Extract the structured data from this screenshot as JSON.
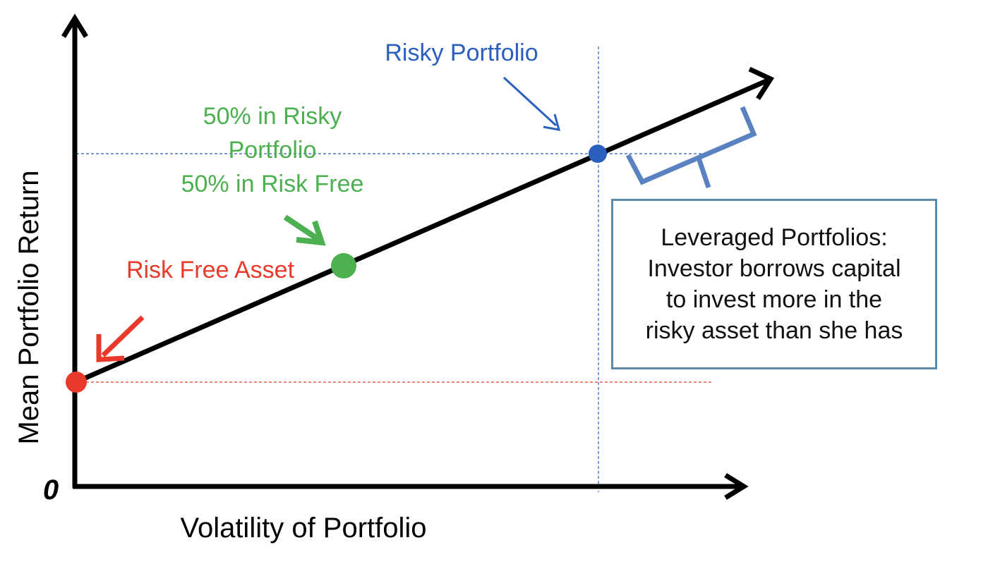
{
  "axes": {
    "y_label": "Mean Portfolio Return",
    "x_label": "Volatility of Portfolio",
    "origin_label": "0"
  },
  "annotations": {
    "risky_portfolio": "Risky Portfolio",
    "half_half_line1": "50% in Risky",
    "half_half_line2": "Portfolio",
    "half_half_line3": "50% in Risk Free",
    "risk_free_asset": "Risk Free Asset",
    "leveraged": "Leveraged Portfolios:\nInvestor borrows capital\nto invest more in the\nrisky asset than she has"
  },
  "colors": {
    "risky": "#2b5fbf",
    "half": "#4caf50",
    "risk_free": "#e8392b",
    "bracket": "#5a82c0",
    "box_border": "#5a8aa8"
  }
}
